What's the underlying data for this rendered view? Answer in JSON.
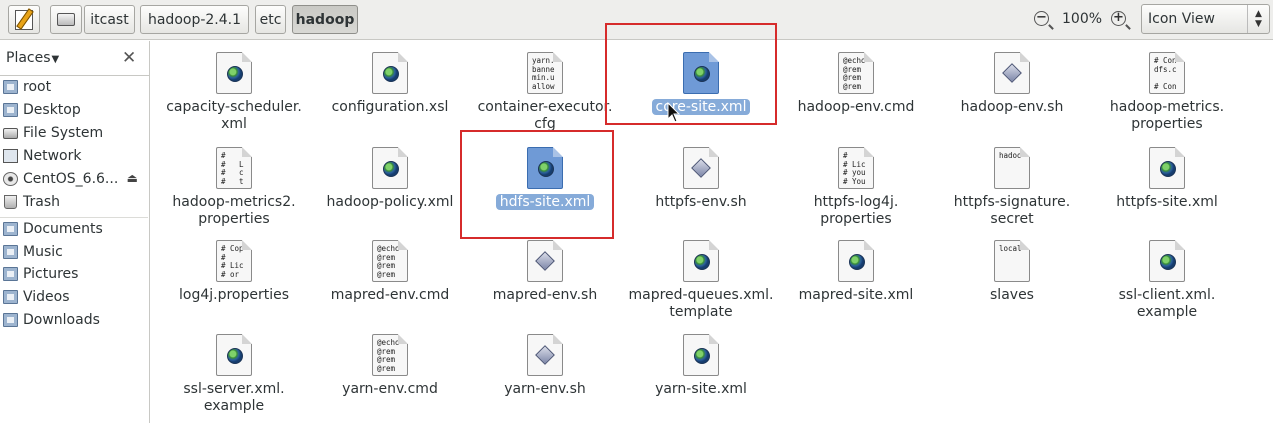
{
  "toolbar": {
    "path": [
      "itcast",
      "hadoop-2.4.1",
      "etc",
      "hadoop"
    ],
    "active_path_index": 3,
    "zoom_out_icon": "zoom-out-icon",
    "zoom_level": "100%",
    "zoom_in_icon": "zoom-in-icon",
    "view_mode": "Icon View"
  },
  "sidebar": {
    "title": "Places",
    "items": [
      {
        "label": "root",
        "icon": "folder-home-icon"
      },
      {
        "label": "Desktop",
        "icon": "folder-icon"
      },
      {
        "label": "File System",
        "icon": "drive-icon"
      },
      {
        "label": "Network",
        "icon": "network-icon"
      },
      {
        "label": "CentOS_6.6...",
        "icon": "disc-icon"
      },
      {
        "label": "Trash",
        "icon": "trash-icon"
      },
      {
        "label": "Documents",
        "icon": "folder-icon"
      },
      {
        "label": "Music",
        "icon": "folder-icon"
      },
      {
        "label": "Pictures",
        "icon": "folder-icon"
      },
      {
        "label": "Videos",
        "icon": "folder-icon"
      },
      {
        "label": "Downloads",
        "icon": "folder-icon"
      }
    ]
  },
  "files": [
    {
      "name": [
        "capacity-scheduler.",
        "xml"
      ],
      "type": "globe",
      "selected": false
    },
    {
      "name": [
        "configuration.xsl"
      ],
      "type": "globe",
      "selected": false
    },
    {
      "name": [
        "container-executor.",
        "cfg"
      ],
      "type": "text",
      "snippet": "yarn.\nbanne\nmin.u\nallow",
      "selected": false
    },
    {
      "name": [
        "core-site.xml"
      ],
      "type": "globe",
      "selected": true
    },
    {
      "name": [
        "hadoop-env.cmd"
      ],
      "type": "text",
      "snippet": "@echo\n@rem\n@rem\n@rem",
      "selected": false
    },
    {
      "name": [
        "hadoop-env.sh"
      ],
      "type": "diamond",
      "selected": false
    },
    {
      "name": [
        "hadoop-metrics.",
        "properties"
      ],
      "type": "text",
      "snippet": "# Con\ndfs.c\n\n# Con",
      "selected": false
    },
    {
      "name": [
        "hadoop-metrics2.",
        "properties"
      ],
      "type": "text",
      "snippet": "#\n#   L\n#   c\n#   t",
      "selected": false
    },
    {
      "name": [
        "hadoop-policy.xml"
      ],
      "type": "globe",
      "selected": false
    },
    {
      "name": [
        "hdfs-site.xml"
      ],
      "type": "globe",
      "selected": true
    },
    {
      "name": [
        "httpfs-env.sh"
      ],
      "type": "diamond",
      "selected": false
    },
    {
      "name": [
        "httpfs-log4j.",
        "properties"
      ],
      "type": "text",
      "snippet": "#\n# Lic\n# you\n# You",
      "selected": false
    },
    {
      "name": [
        "httpfs-signature.",
        "secret"
      ],
      "type": "text",
      "snippet": "hadoo",
      "selected": false
    },
    {
      "name": [
        "httpfs-site.xml"
      ],
      "type": "globe",
      "selected": false
    },
    {
      "name": [
        "log4j.properties"
      ],
      "type": "text",
      "snippet": "# Cop\n#\n# Lic\n# or",
      "selected": false
    },
    {
      "name": [
        "mapred-env.cmd"
      ],
      "type": "text",
      "snippet": "@echo\n@rem\n@rem\n@rem",
      "selected": false
    },
    {
      "name": [
        "mapred-env.sh"
      ],
      "type": "diamond",
      "selected": false
    },
    {
      "name": [
        "mapred-queues.xml.",
        "template"
      ],
      "type": "globe",
      "selected": false
    },
    {
      "name": [
        "mapred-site.xml"
      ],
      "type": "globe",
      "selected": false
    },
    {
      "name": [
        "slaves"
      ],
      "type": "text",
      "snippet": "local",
      "selected": false
    },
    {
      "name": [
        "ssl-client.xml.",
        "example"
      ],
      "type": "globe",
      "selected": false
    },
    {
      "name": [
        "ssl-server.xml.",
        "example"
      ],
      "type": "globe",
      "selected": false
    },
    {
      "name": [
        "yarn-env.cmd"
      ],
      "type": "text",
      "snippet": "@echo\n@rem\n@rem\n@rem",
      "selected": false
    },
    {
      "name": [
        "yarn-env.sh"
      ],
      "type": "diamond",
      "selected": false
    },
    {
      "name": [
        "yarn-site.xml"
      ],
      "type": "globe",
      "selected": false
    }
  ],
  "colors": {
    "selection": "#86abd9",
    "annotation": "#d62b2b"
  }
}
